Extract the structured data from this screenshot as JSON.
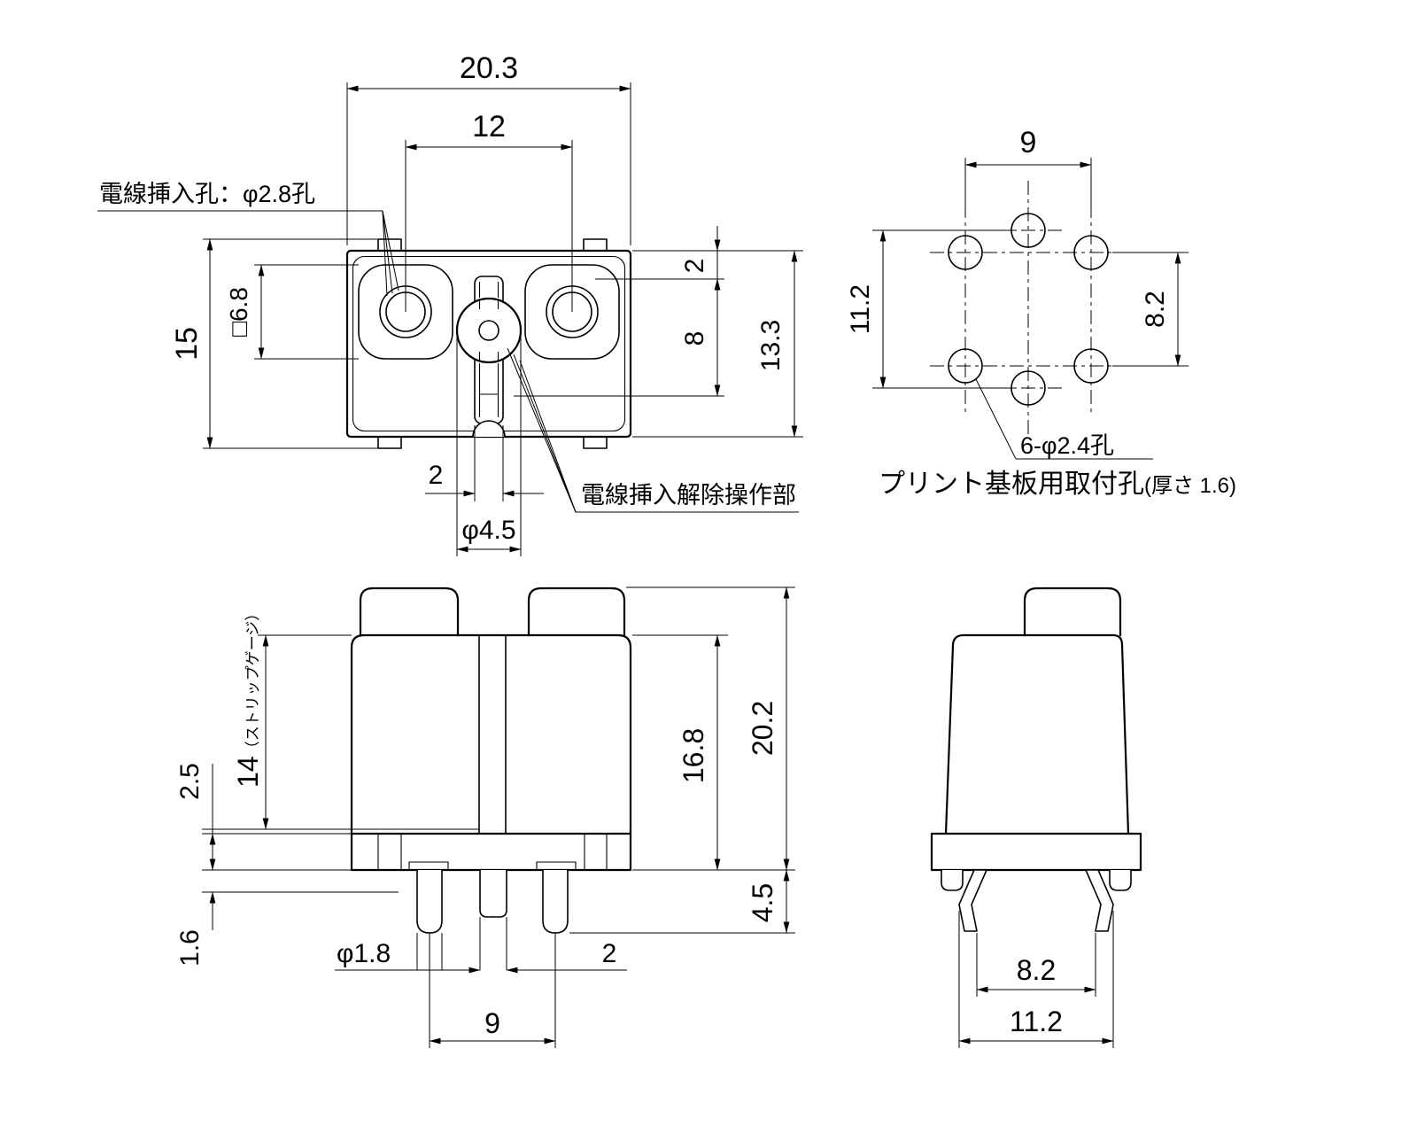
{
  "drawing": {
    "top_view": {
      "label_wire_hole": "電線挿入孔：φ2.8孔",
      "label_release": "電線挿入解除操作部",
      "dim_overall_width": "20.3",
      "dim_hole_pitch": "12",
      "dim_overall_height": "15",
      "dim_recess_size": "□6.8",
      "dim_edge_gap": "2",
      "dim_hole_span": "8",
      "dim_body_height": "13.3",
      "dim_slot_width": "2",
      "dim_release_dia": "φ4.5"
    },
    "pcb_view": {
      "dim_hole_pitch_x": "9",
      "dim_pitch_outer": "11.2",
      "dim_pitch_inner": "8.2",
      "hole_note": "6-φ2.4孔",
      "caption": "プリント基板用取付孔",
      "caption_note": "(厚さ 1.6)"
    },
    "front_view": {
      "dim_strip_gauge": "14",
      "strip_gauge_note": "（ストリップゲージ）",
      "dim_flange_thickness": "2.5",
      "dim_board_thickness": "1.6",
      "dim_body_height": "16.8",
      "dim_total_height": "20.2",
      "dim_pin_length": "4.5",
      "dim_pin_dia": "φ1.8",
      "dim_center_pin_width": "2",
      "dim_pin_pitch": "9"
    },
    "side_view": {
      "dim_leg_span_inner": "8.2",
      "dim_leg_span_outer": "11.2"
    }
  }
}
